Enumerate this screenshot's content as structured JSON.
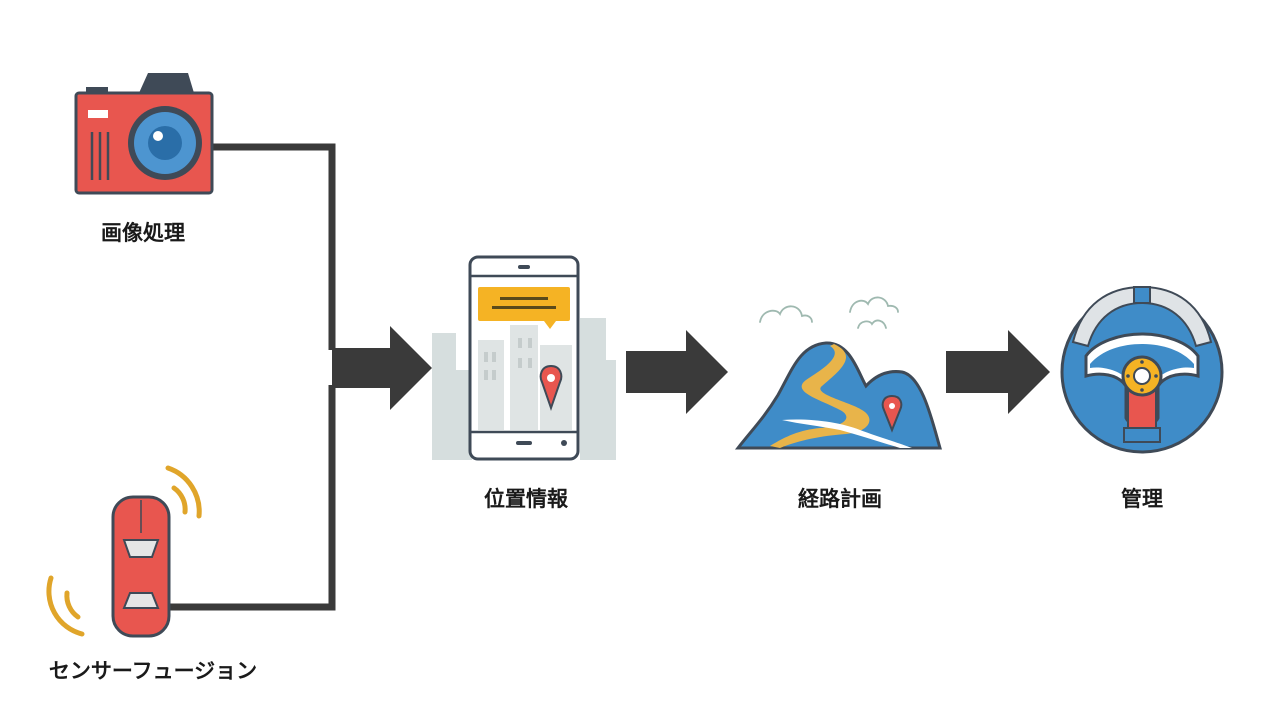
{
  "labels": {
    "image_processing": "画像処理",
    "sensor_fusion": "センサーフュージョン",
    "location": "位置情報",
    "route_planning": "経路計画",
    "control": "管理"
  },
  "icons": {
    "camera": "camera-icon",
    "car_sensor": "car-sensor-icon",
    "smartphone_map": "smartphone-map-icon",
    "mountain_route": "mountain-route-icon",
    "steering_wheel": "steering-wheel-icon"
  },
  "colors": {
    "connector": "#3a3a3a",
    "camera_red": "#e8564f",
    "lens_blue": "#4d95d0",
    "car_red": "#e8564f",
    "signal_yellow": "#e0a52a",
    "phone_banner": "#f5b324",
    "pin_red": "#e8564f",
    "mountain_blue": "#3f8cc8",
    "road_yellow": "#e8b44a",
    "wheel_blue": "#3f8cc8",
    "wheel_grip": "#dfe3e6"
  }
}
